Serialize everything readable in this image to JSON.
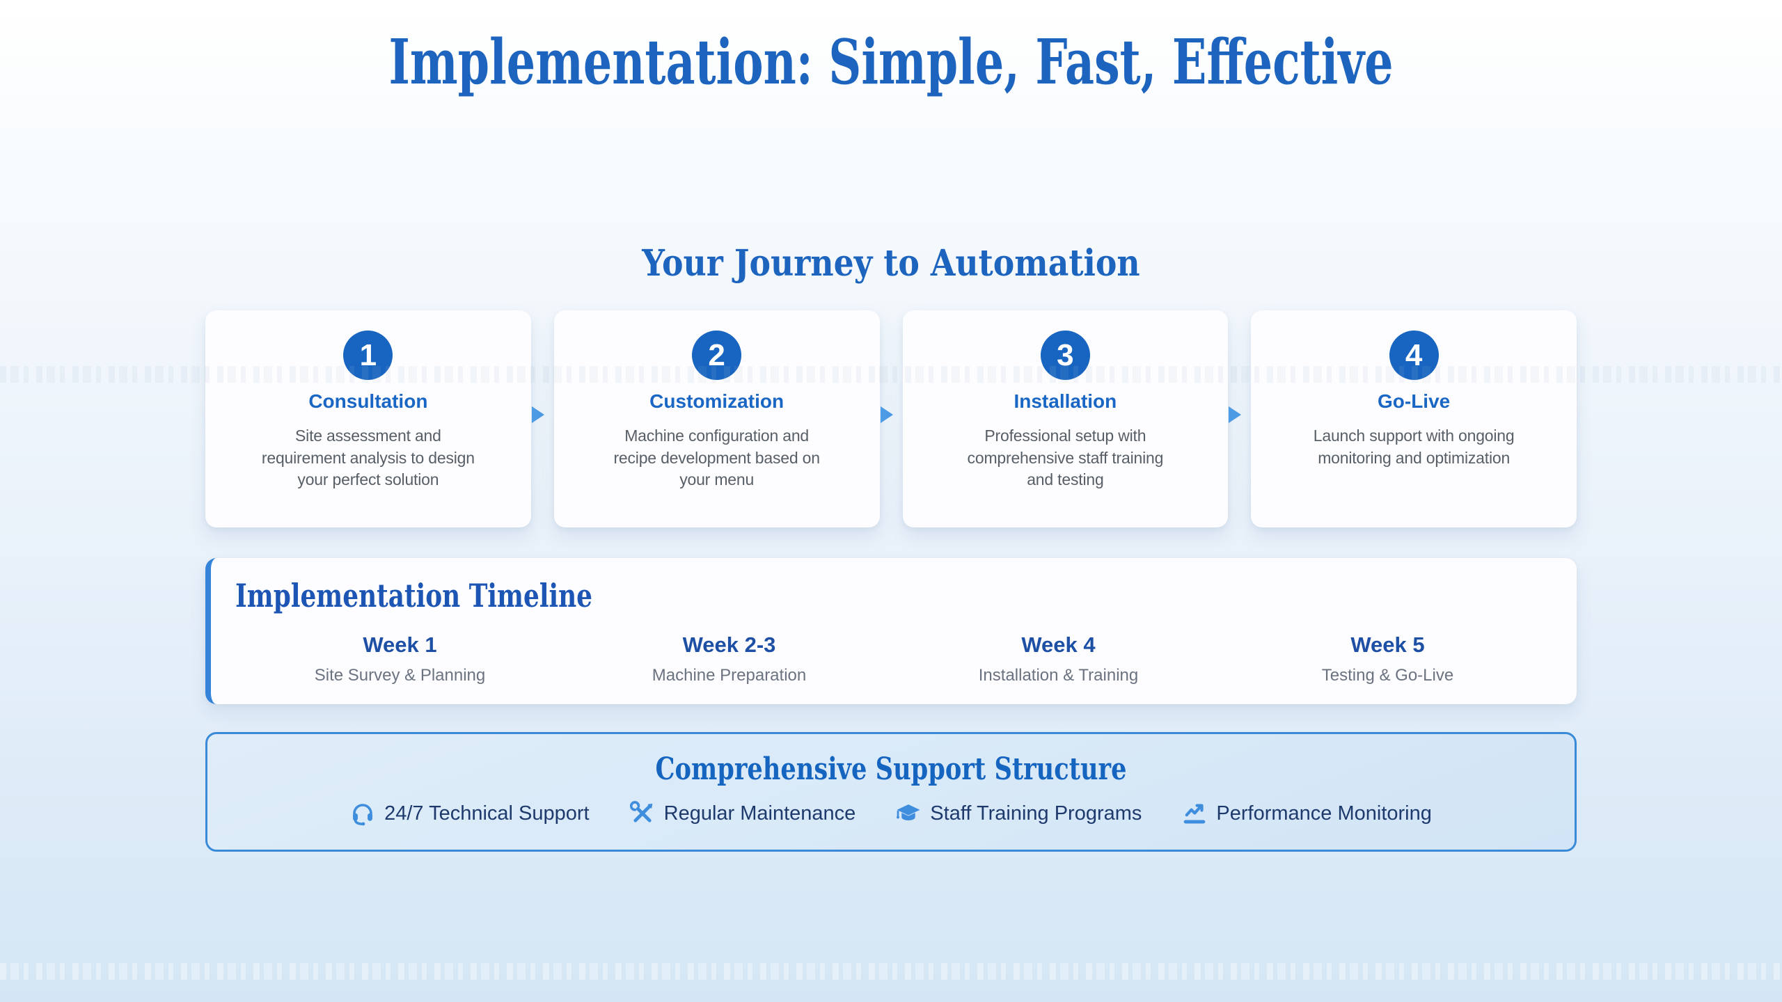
{
  "page": {
    "title": "Implementation: Simple, Fast, Effective"
  },
  "journey": {
    "heading": "Your Journey to Automation",
    "steps": [
      {
        "number": "1",
        "title": "Consultation",
        "description": "Site assessment and requirement analysis to design your perfect solution"
      },
      {
        "number": "2",
        "title": "Customization",
        "description": "Machine configuration and recipe development based on your menu"
      },
      {
        "number": "3",
        "title": "Installation",
        "description": "Professional setup with comprehensive staff training and testing"
      },
      {
        "number": "4",
        "title": "Go-Live",
        "description": "Launch support with ongoing monitoring and optimization"
      }
    ]
  },
  "timeline": {
    "heading": "Implementation Timeline",
    "phases": [
      {
        "week": "Week 1",
        "task": "Site Survey & Planning"
      },
      {
        "week": "Week 2-3",
        "task": "Machine Preparation"
      },
      {
        "week": "Week 4",
        "task": "Installation & Training"
      },
      {
        "week": "Week 5",
        "task": "Testing & Go-Live"
      }
    ]
  },
  "support": {
    "heading": "Comprehensive Support Structure",
    "items": [
      {
        "icon": "headset-icon",
        "label": "24/7 Technical Support"
      },
      {
        "icon": "screwdriver-wrench-icon",
        "label": "Regular Maintenance"
      },
      {
        "icon": "graduation-cap-icon",
        "label": "Staff Training Programs"
      },
      {
        "icon": "chart-line-icon",
        "label": "Performance Monitoring"
      }
    ]
  },
  "colors": {
    "heading_blue": "#1d64bf",
    "accent_blue": "#1765c0",
    "arrow_blue": "#4d9ae5",
    "icon_blue": "#3f8ddd",
    "dark_navy": "#1e3a6d",
    "gray_text": "#575e66"
  }
}
